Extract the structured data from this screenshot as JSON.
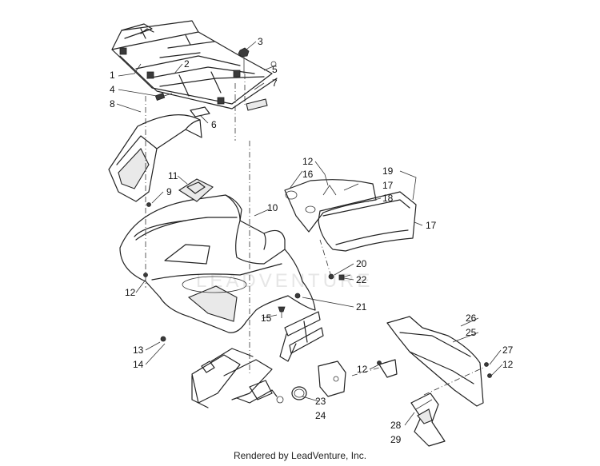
{
  "footer": "Rendered by LeadVenture, Inc.",
  "watermark": "LEADVENTURE",
  "callouts": [
    "1",
    "2",
    "3",
    "4",
    "5",
    "6",
    "7",
    "8",
    "9",
    "10",
    "11",
    "12",
    "12",
    "12",
    "12",
    "12",
    "13",
    "14",
    "15",
    "16",
    "17",
    "17",
    "18",
    "19",
    "20",
    "21",
    "22",
    "23",
    "24",
    "25",
    "26",
    "27",
    "28",
    "29"
  ]
}
